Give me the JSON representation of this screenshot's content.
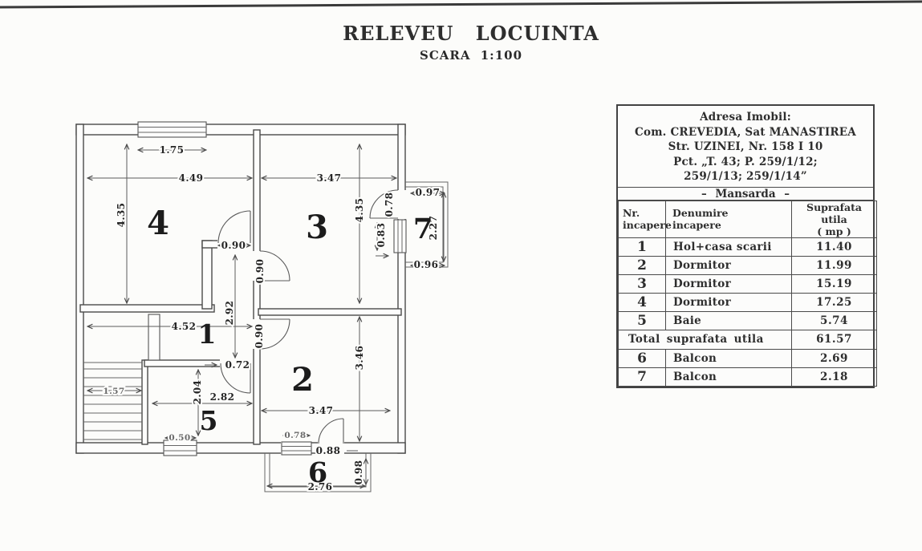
{
  "page": {
    "title": "RELEVEU LOCUINTA",
    "subtitle": "SCARA 1:100"
  },
  "info": {
    "address": [
      "Adresa Imobil:",
      "Com. CREVEDIA, Sat MANASTIREA",
      "Str. UZINEI, Nr. 158 I 10",
      "Pct. „T. 43; P. 259/1/12;",
      "259/1/13; 259/1/14”"
    ],
    "section_label": "– Mansarda –",
    "col_nr": "Nr.\nincapere",
    "col_name": "Denumire\nincapere",
    "col_area": "Suprafata utila\n( mp )",
    "rows": [
      {
        "nr": "1",
        "name": "Hol+casa scarii",
        "area": "11.40"
      },
      {
        "nr": "2",
        "name": "Dormitor",
        "area": "11.99"
      },
      {
        "nr": "3",
        "name": "Dormitor",
        "area": "15.19"
      },
      {
        "nr": "4",
        "name": "Dormitor",
        "area": "17.25"
      },
      {
        "nr": "5",
        "name": "Baie",
        "area": "5.74"
      }
    ],
    "total_label": "Total suprafata utila",
    "total_value": "61.57",
    "balcony_rows": [
      {
        "nr": "6",
        "name": "Balcon",
        "area": "2.69"
      },
      {
        "nr": "7",
        "name": "Balcon",
        "area": "2.18"
      }
    ]
  },
  "plan": {
    "rooms": {
      "r1": "1",
      "r2": "2",
      "r3": "3",
      "r4": "4",
      "r5": "5",
      "r6": "6",
      "r7": "7"
    },
    "dims": {
      "top_window": "1.75",
      "room4_width": "4.49",
      "room3_width": "3.47",
      "room4_height": "4.35",
      "room3_height": "4.35",
      "balc7_top": "0.97",
      "balc7_door": "0.78",
      "balc7_window": "0.83",
      "balc7_height": "2.27",
      "balc7_bottom": "0.96",
      "door_room4": "0.90",
      "door_room3": "0.90",
      "hall_depth": "2.92",
      "hall_width": "4.52",
      "door_room2": "0.90",
      "door_room5": "0.72",
      "stairs_width": "1.57",
      "room5_height": "2.04",
      "room5_width": "2.82",
      "room5_window": "0.50",
      "room2_height": "3.46",
      "room2_width": "3.47",
      "room2_window": "0.78",
      "balc6_door": "0.88",
      "balc6_width": "2.76",
      "balc6_height": "0.98"
    }
  }
}
